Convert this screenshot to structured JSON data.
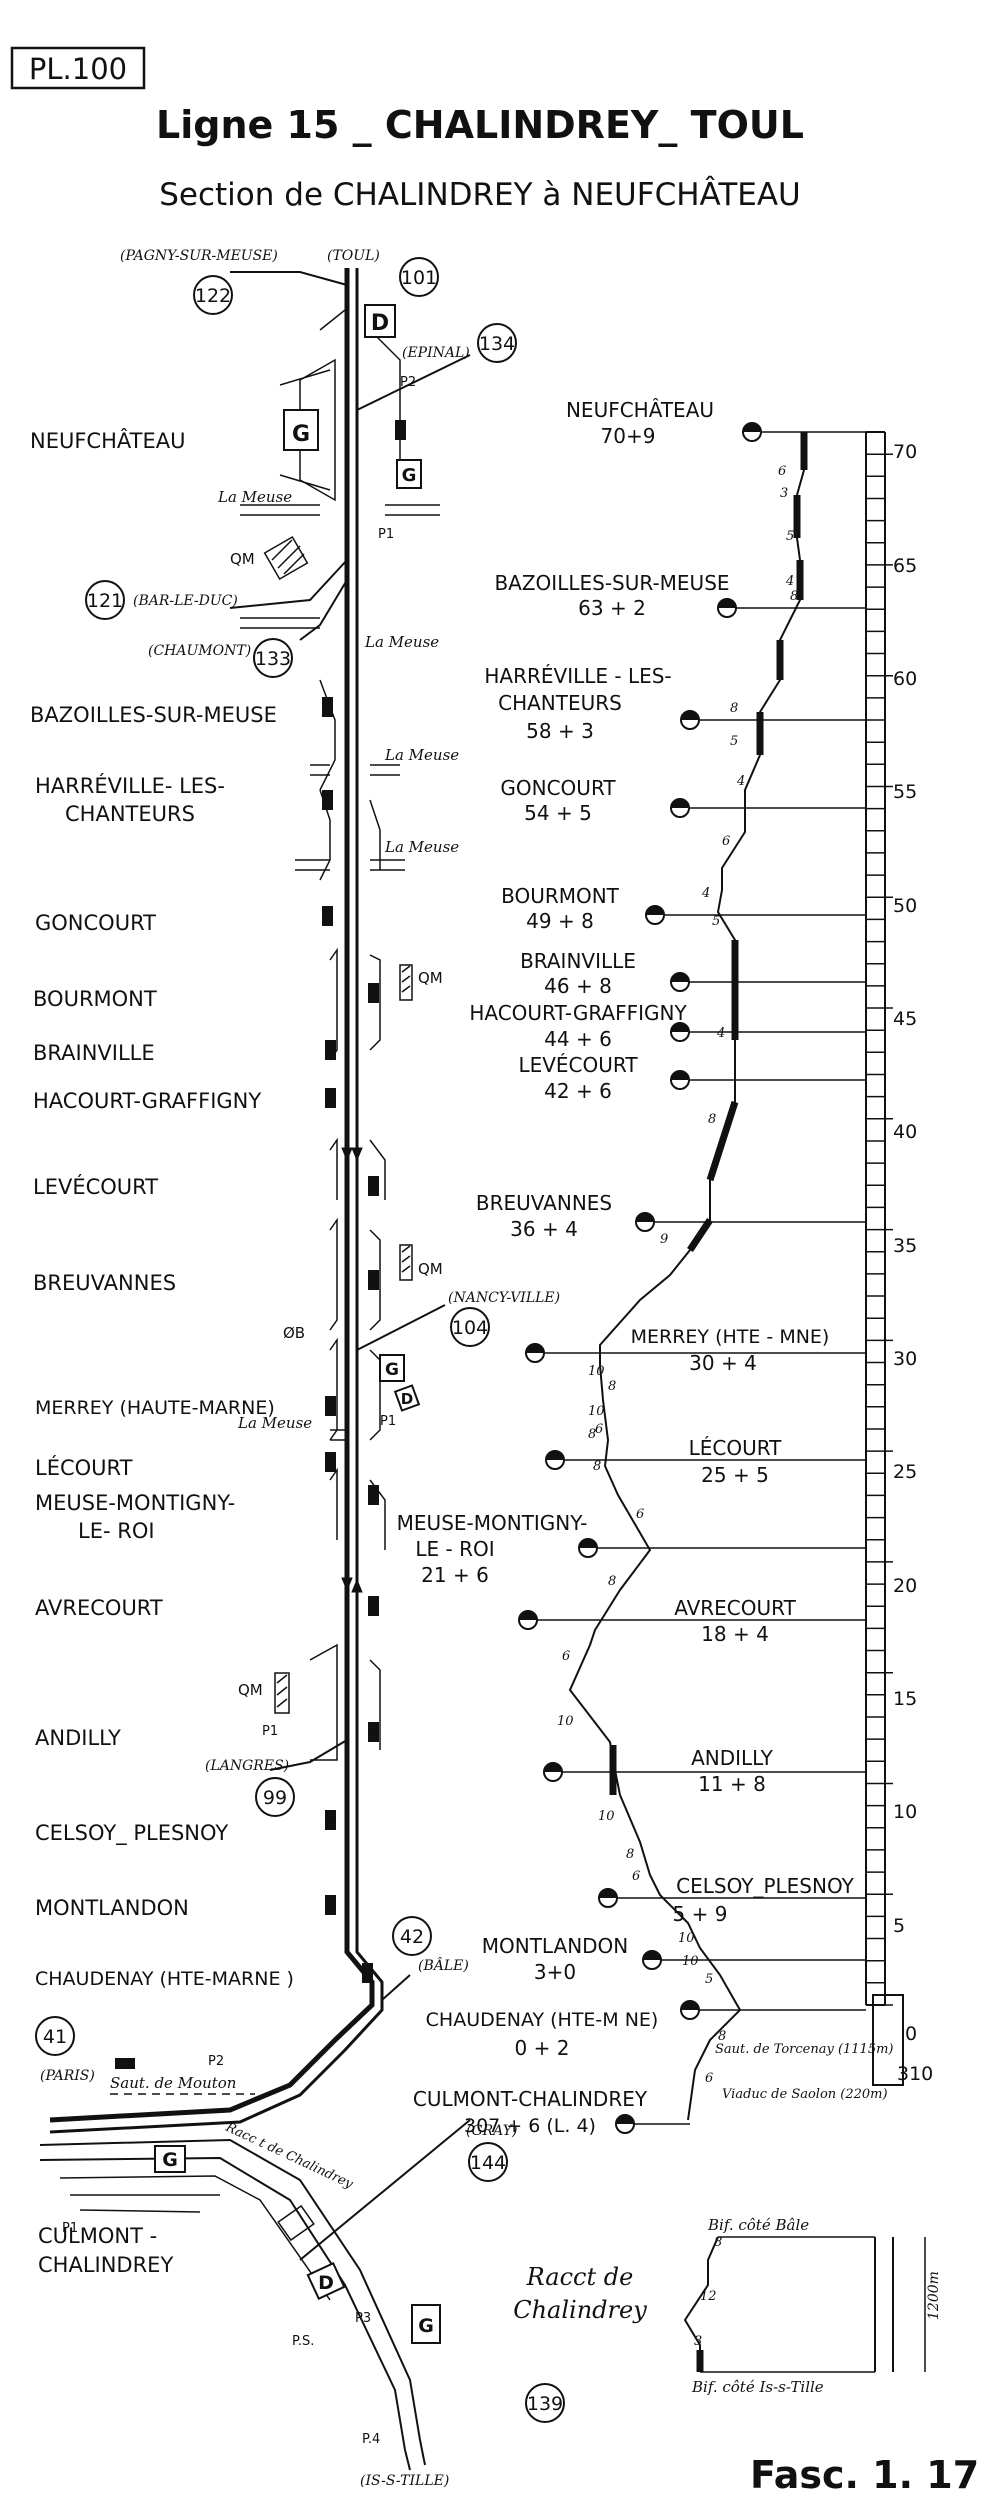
{
  "header": {
    "plate": "PL.100",
    "title": "Ligne 15 _ CHALINDREY_ TOUL",
    "subtitle": "Section de CHALINDREY à NEUFCHÂTEAU"
  },
  "footer": {
    "fascicle": "Fasc. 1. 17"
  },
  "stations_left": [
    "NEUFCHÂTEAU",
    "BAZOILLES-SUR-MEUSE",
    "HARRÉVILLE- LES-",
    "CHANTEURS",
    "GONCOURT",
    "BOURMONT",
    "BRAINVILLE",
    "HACOURT-GRAFFIGNY",
    "LEVÉCOURT",
    "BREUVANNES",
    "MERREY (HAUTE-MARNE)",
    "LÉCOURT",
    "MEUSE-MONTIGNY-",
    "LE- ROI",
    "AVRECOURT",
    "ANDILLY",
    "CELSOY_ PLESNOY",
    "MONTLANDON",
    "CHAUDENAY (HTE-MARNE )",
    "CULMONT -",
    "CHALINDREY"
  ],
  "connections": [
    {
      "num": "122",
      "label": "(PAGNY-SUR-MEUSE)"
    },
    {
      "num": "101",
      "label": "(TOUL)"
    },
    {
      "num": "134",
      "label": "(EPINAL)"
    },
    {
      "num": "121",
      "label": "(BAR-LE-DUC)"
    },
    {
      "num": "133",
      "label": "(CHAUMONT)"
    },
    {
      "num": "104",
      "label": "(NANCY-VILLE)"
    },
    {
      "num": "99",
      "label": "(LANGRES)"
    },
    {
      "num": "42",
      "label": "(BÂLE)"
    },
    {
      "num": "41",
      "label": "(PARIS)"
    },
    {
      "num": "144",
      "label": "(GRAY)"
    },
    {
      "num": "139",
      "label": "(IS-S-TILLE)"
    }
  ],
  "annotations": {
    "meuse": "La Meuse",
    "qm": "QM",
    "g": "G",
    "d": "D",
    "p1": "P1",
    "p2": "P2",
    "p3": "P3",
    "p4": "P.4",
    "ps": "P.S.",
    "ob": "ØB",
    "saut": "Saut. de Mouton",
    "racc_small": "Racc t de Chalindrey",
    "racc_big_1": "Racct de",
    "racc_big_2": "Chalindrey",
    "bif_bale": "Bif. côté Bâle",
    "bif_tille": "Bif. côté Is-s-Tille",
    "bif_length": "1200m",
    "saut_torcenay": "Saut. de Torcenay (1115m)",
    "viaduc": "Viaduc de Saolon (220m)"
  },
  "profile_stations": [
    {
      "name": "NEUFCHÂTEAU",
      "km": "70+9"
    },
    {
      "name": "BAZOILLES-SUR-MEUSE",
      "km": "63 + 2"
    },
    {
      "name": "HARRÉVILLE - LES-",
      "name2": "CHANTEURS",
      "km": "58 + 3"
    },
    {
      "name": "GONCOURT",
      "km": "54 + 5"
    },
    {
      "name": "BOURMONT",
      "km": "49 + 8"
    },
    {
      "name": "BRAINVILLE",
      "km": "46 + 8"
    },
    {
      "name": "HACOURT-GRAFFIGNY",
      "km": "44 + 6"
    },
    {
      "name": "LEVÉCOURT",
      "km": "42 + 6"
    },
    {
      "name": "BREUVANNES",
      "km": "36 + 4"
    },
    {
      "name": "MERREY (HTE - MNE)",
      "km": "30 + 4"
    },
    {
      "name": "LÉCOURT",
      "km": "25 + 5"
    },
    {
      "name": "MEUSE-MONTIGNY-",
      "name2": "LE - ROI",
      "km": "21 + 6"
    },
    {
      "name": "AVRECOURT",
      "km": "18 + 4"
    },
    {
      "name": "ANDILLY",
      "km": "11 + 8"
    },
    {
      "name": "CELSOY_PLESNOY",
      "km": "5 + 9"
    },
    {
      "name": "MONTLANDON",
      "km": "3+0"
    },
    {
      "name": "CHAUDENAY (HTE-M NE)",
      "km": "0 + 2"
    },
    {
      "name": "CULMONT-CHALINDREY",
      "km": "307 + 6  (L. 4)"
    }
  ],
  "km_scale": [
    "70",
    "65",
    "60",
    "55",
    "50",
    "45",
    "40",
    "35",
    "30",
    "25",
    "20",
    "15",
    "10",
    "5",
    "0",
    "310"
  ],
  "gradients": [
    "6",
    "3",
    "5",
    "4",
    "8",
    "8",
    "5",
    "4",
    "6",
    "4",
    "5",
    "4",
    "8",
    "9",
    "10",
    "8",
    "10",
    "8",
    "6",
    "8",
    "6",
    "8",
    "6",
    "10",
    "10",
    "8",
    "6",
    "10",
    "10",
    "5",
    "8",
    "6",
    "8",
    "12",
    "3"
  ]
}
